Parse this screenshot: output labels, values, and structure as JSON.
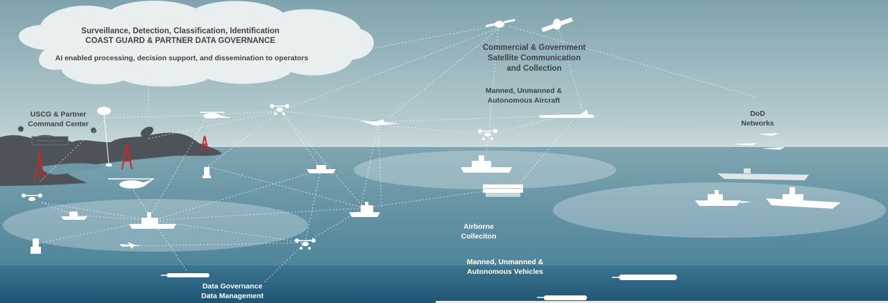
{
  "cloud": {
    "line1": "Surveillance, Detection, Classification, Identification",
    "line2": "COAST GUARD & PARTNER DATA GOVERNANCE",
    "line3": "AI enabled processing, decision support, and dissemination to operators"
  },
  "labels": {
    "command_center": "USCG & Partner\nCommand Center",
    "satellite": "Commercial & Government\nSatellite Communication\nand Collection",
    "aircraft": "Manned, Unmanned &\nAutonomous Aircraft",
    "dod": "DoD\nNetworks",
    "airborne": "Airborne\nColleciton",
    "vehicles": "Manned, Unmanned &\nAutonomous Vehicles",
    "data_gov": "Data Governance\nData Management"
  },
  "colors": {
    "sky": "#89aab2",
    "sea": "#6d97a5",
    "deep": "#2f6684",
    "land": "#4d5358",
    "cloud": "#e9eeef",
    "tower": "#c8272b",
    "assets": "#ffffff"
  }
}
